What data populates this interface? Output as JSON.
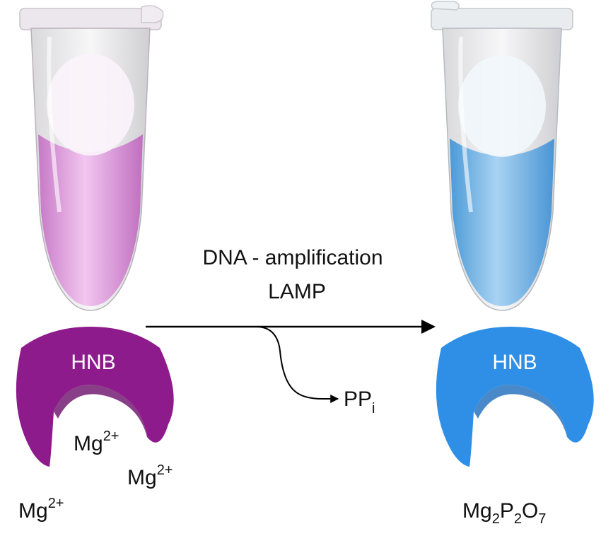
{
  "process": {
    "line1": "DNA - amplification",
    "line2": "LAMP",
    "byproduct_base": "PP",
    "byproduct_sub": "i"
  },
  "left_complex": {
    "label": "HNB",
    "color": "#8e1b8c",
    "ion_base": "Mg",
    "ion_charge": "2+"
  },
  "right_complex": {
    "label": "HNB",
    "color": "#2f8fe6",
    "product": {
      "p1": "Mg",
      "s1": "2",
      "p2": "P",
      "s2": "2",
      "p3": "O",
      "s3": "7"
    }
  },
  "tubes": {
    "left_liquid_color": "#d98ad9",
    "right_liquid_color": "#6fb3e6"
  }
}
